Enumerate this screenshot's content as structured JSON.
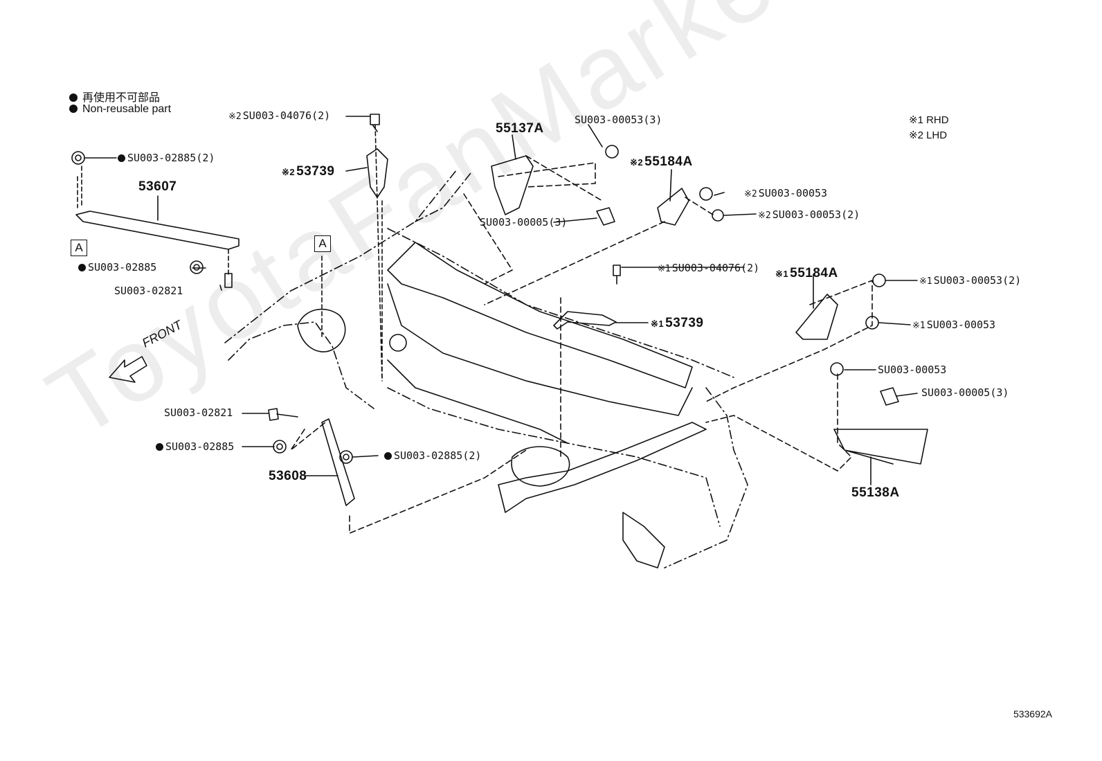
{
  "legend": {
    "jp": "再使用不可部品",
    "en": "Non-reusable part",
    "rhd": "※1 RHD",
    "lhd": "※2 LHD"
  },
  "watermark": "ToyotaFanMarket.ru",
  "diagram_code": "533692A",
  "front_label": "FRONT",
  "box_letter": "A",
  "parts": {
    "p53607": "53607",
    "p53608": "53608",
    "p53739_lhd": "53739",
    "p53739_rhd": "53739",
    "p55137A": "55137A",
    "p55138A": "55138A",
    "p55184A_lhd": "55184A",
    "p55184A_rhd": "55184A"
  },
  "fasteners": {
    "f1": "SU003-02885(2)",
    "f2": "SU003-02885",
    "f3": "SU003-02821",
    "f4": "SU003-04076(2)",
    "f5": "SU003-00053(3)",
    "f6": "SU003-00005(3)",
    "f7": "SU003-00053",
    "f8": "SU003-00053(2)",
    "f9": "SU003-04076(2)",
    "f10": "SU003-00053(2)",
    "f11": "SU003-00053",
    "f12": "SU003-00053",
    "f13": "SU003-00005(3)",
    "f14": "SU003-02821",
    "f15": "SU003-02885",
    "f16": "SU003-02885(2)"
  },
  "marks": {
    "m1": "※1",
    "m2": "※2"
  }
}
